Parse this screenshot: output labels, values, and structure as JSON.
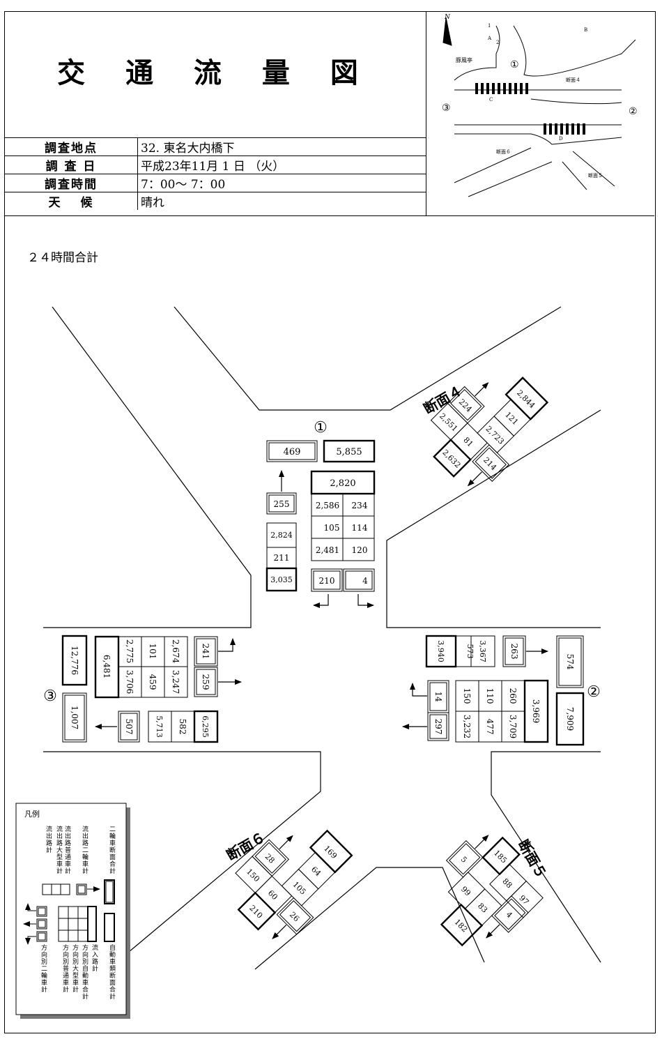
{
  "title": "交 通 流 量 図",
  "info": [
    {
      "key": "調査地点",
      "value": "32. 東名大内橋下"
    },
    {
      "key": "調 査 日",
      "value": "平成23年11月 1 日 （火）"
    },
    {
      "key": "調査時間",
      "value": " 7：00～ 7：00"
    },
    {
      "key": "天　 候",
      "value": "晴れ"
    }
  ],
  "subtitle": "２４時間合計",
  "keymap": {
    "north": "N",
    "place": "豚風亭",
    "labels": [
      "①",
      "②",
      "③"
    ],
    "sec4": "断面４",
    "sec5": "断面５",
    "sec6": "断面６",
    "dirs": [
      "1",
      "2",
      "A",
      "B",
      "C",
      "D"
    ]
  },
  "approach": {
    "north": {
      "label": "①",
      "out_twowheel": "469",
      "section_total": "5,855",
      "in_twowheel": "255",
      "out_regular": "2,824",
      "out_large": "211",
      "out_total": "3,035",
      "in_total": "2,820",
      "grid": [
        [
          "2,586",
          "234"
        ],
        [
          "105",
          "114"
        ],
        [
          "2,481",
          "120"
        ]
      ],
      "dir_twowheel": [
        "210",
        "4"
      ]
    },
    "east": {
      "label": "②",
      "out_total": "3,940",
      "out_large": "573",
      "out_regular": "3,367",
      "in_twowheel": "263",
      "out_twowheel": "574",
      "dir_twowheel": [
        "14",
        "297"
      ],
      "grid": [
        [
          "150",
          "110",
          "260"
        ],
        [
          "3,232",
          "477",
          "3,709"
        ]
      ],
      "in_total": "3,969",
      "section_total": "7,909"
    },
    "west": {
      "label": "③",
      "section_total": "12,776",
      "in_total": "6,481",
      "grid": [
        [
          "2,775",
          "101",
          "2,674"
        ],
        [
          "3,706",
          "459",
          "3,247"
        ]
      ],
      "dir_twowheel": [
        "241",
        "259"
      ],
      "out_twowheel": "1,007",
      "in_twowheel": "507",
      "out_regular": "5,713",
      "out_large": "582",
      "out_total": "6,295"
    }
  },
  "sections": {
    "s4": {
      "label": "断面４",
      "total_a": "2,632",
      "large_a": "81",
      "regular_a": "2,551",
      "twowheel_a": "224",
      "regular_b": "2,723",
      "large_b": "121",
      "total_b": "2,844",
      "twowheel_b": "214"
    },
    "s5": {
      "label": "断面５",
      "total_a": "185",
      "v1": "88",
      "v2": "97",
      "twowheel_a": "5",
      "v3": "99",
      "v4": "83",
      "twowheel_b": "4",
      "total_b": "182"
    },
    "s6": {
      "label": "断面６",
      "total_a": "210",
      "v1": "60",
      "v2": "150",
      "twowheel_a": "28",
      "v3": "105",
      "v4": "64",
      "total_b": "169",
      "twowheel_b": "26"
    }
  },
  "legend": {
    "title": "凡例",
    "top_labels": [
      "流出路計",
      "流出路大型車計",
      "流出路普通車計",
      "流出路二輪車計",
      "二輪車断面合計"
    ],
    "bottom_labels": [
      "方向別二輪車計",
      "方向別普通車計",
      "方向別大型車計",
      "方向別自動車合計",
      "流入路計",
      "自動車類断面合計"
    ]
  }
}
